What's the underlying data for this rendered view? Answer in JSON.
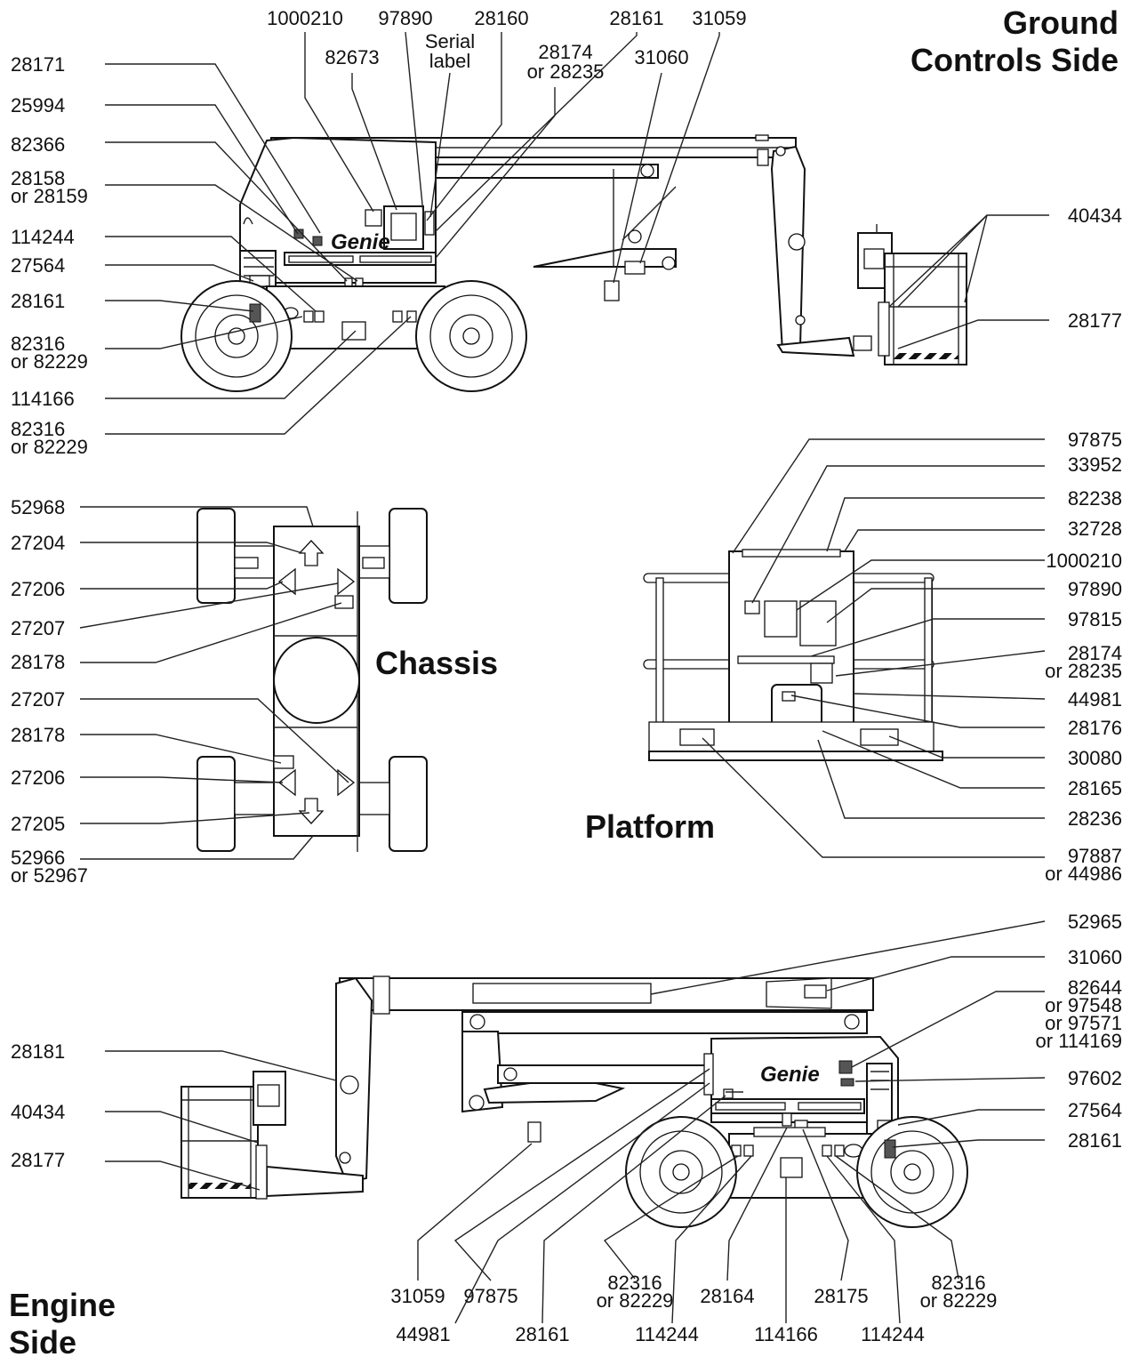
{
  "views": {
    "ground": {
      "title": [
        "Ground",
        "Controls Side"
      ],
      "top_labels": [
        [
          "1000210"
        ],
        [
          "97890"
        ],
        [
          "28160"
        ],
        [
          "28161"
        ],
        [
          "31059"
        ],
        [
          "82673"
        ],
        [
          "Serial",
          "label"
        ],
        [
          "28174",
          "or 28235"
        ],
        [
          "31060"
        ]
      ],
      "left_labels": [
        [
          "28171"
        ],
        [
          "25994"
        ],
        [
          "82366"
        ],
        [
          "28158",
          "or 28159"
        ],
        [
          "114244"
        ],
        [
          "27564"
        ],
        [
          "28161"
        ],
        [
          "82316",
          "or 82229"
        ],
        [
          "114166"
        ],
        [
          "82316",
          "or 82229"
        ]
      ],
      "right_labels": [
        [
          "40434"
        ],
        [
          "28177"
        ]
      ],
      "brand": "Genie"
    },
    "chassis": {
      "title": [
        "Chassis"
      ],
      "labels": [
        [
          "52968"
        ],
        [
          "27204"
        ],
        [
          "27206"
        ],
        [
          "27207"
        ],
        [
          "28178"
        ],
        [
          "27207"
        ],
        [
          "28178"
        ],
        [
          "27206"
        ],
        [
          "27205"
        ],
        [
          "52966",
          "or 52967"
        ]
      ]
    },
    "platform": {
      "title": [
        "Platform"
      ],
      "labels": [
        [
          "97875"
        ],
        [
          "33952"
        ],
        [
          "82238"
        ],
        [
          "32728"
        ],
        [
          "1000210"
        ],
        [
          "97890"
        ],
        [
          "97815"
        ],
        [
          "28174",
          "or 28235"
        ],
        [
          "44981"
        ],
        [
          "28176"
        ],
        [
          "30080"
        ],
        [
          "28165"
        ],
        [
          "28236"
        ],
        [
          "97887",
          "or 44986"
        ]
      ]
    },
    "engine": {
      "title": [
        "Engine",
        "Side"
      ],
      "right_labels": [
        [
          "52965"
        ],
        [
          "31060"
        ],
        [
          "82644",
          "or 97548",
          "or 97571",
          "or 114169"
        ],
        [
          "97602"
        ],
        [
          "27564"
        ],
        [
          "28161"
        ]
      ],
      "left_labels": [
        [
          "28181"
        ],
        [
          "40434"
        ],
        [
          "28177"
        ]
      ],
      "bottom_labels": [
        [
          "31059"
        ],
        [
          "97875"
        ],
        [
          "82316",
          "or 82229"
        ],
        [
          "28164"
        ],
        [
          "28175"
        ],
        [
          "82316",
          "or 82229"
        ],
        [
          "44981"
        ],
        [
          "28161"
        ],
        [
          "114244"
        ],
        [
          "114166"
        ],
        [
          "114244"
        ]
      ],
      "brand": "Genie"
    }
  }
}
